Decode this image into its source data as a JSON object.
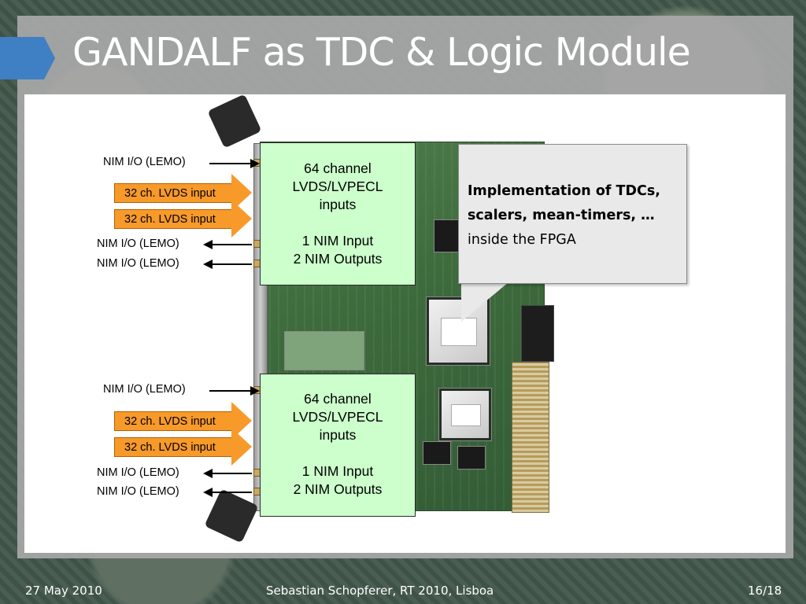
{
  "slide": {
    "title": "GANDALF as TDC & Logic Module",
    "footer_date": "27 May 2010",
    "footer_center": "Sebastian Schopferer, RT 2010, Lisboa",
    "footer_page": "16/18"
  },
  "upper": {
    "box_line1": "64 channel",
    "box_line2": "LVDS/LVPECL",
    "box_line3": "inputs",
    "box_line4": "1 NIM Input",
    "box_line5": "2 NIM Outputs",
    "nim_in": "NIM I/O (LEMO)",
    "lvds_a": "32 ch. LVDS input",
    "lvds_b": "32 ch. LVDS input",
    "nim_out_a": "NIM I/O (LEMO)",
    "nim_out_b": "NIM I/O (LEMO)"
  },
  "lower": {
    "box_line1": "64 channel",
    "box_line2": "LVDS/LVPECL",
    "box_line3": "inputs",
    "box_line4": "1 NIM Input",
    "box_line5": "2 NIM Outputs",
    "nim_in": "NIM I/O (LEMO)",
    "lvds_a": "32 ch. LVDS input",
    "lvds_b": "32 ch. LVDS input",
    "nim_out_a": "NIM I/O (LEMO)",
    "nim_out_b": "NIM I/O (LEMO)"
  },
  "callout": {
    "line1": "Implementation of TDCs,",
    "line2": "scalers, mean-timers, …",
    "line3": "inside the FPGA"
  },
  "colors": {
    "title_accent": "#3f7fc3",
    "box_fill": "#ccffcc",
    "lvds_fill": "#f79a2a"
  }
}
